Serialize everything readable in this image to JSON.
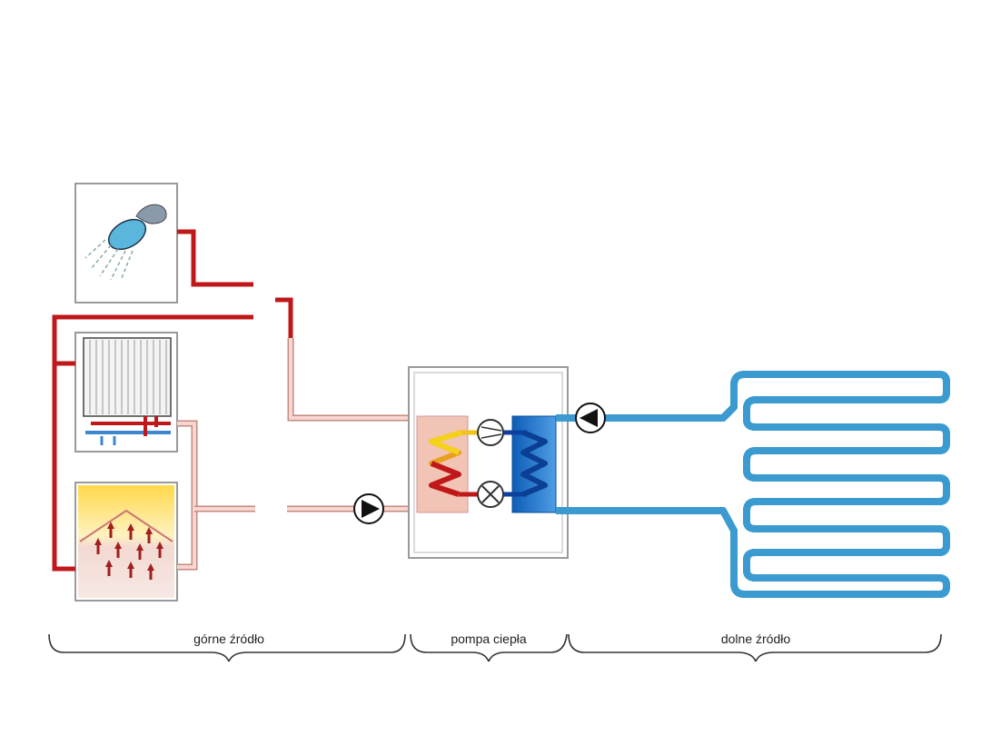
{
  "labels": {
    "upper_source": "górne źródło",
    "heat_pump": "pompa ciepła",
    "lower_source": "dolne źródło"
  },
  "colors": {
    "hot_pipe": "#c0181a",
    "warm_pipe": "#e8b8aa",
    "cold_pipe": "#4aa8d8",
    "condenser_panel": "#f2c4b6",
    "evaporator_panel": "#1a73c8",
    "pump_box": "#9a9a9a"
  },
  "icons": [
    "shower-icon",
    "radiator-icon",
    "floor-heating-icon",
    "circulation-pump-icon",
    "compressor-icon",
    "expansion-valve-icon"
  ]
}
